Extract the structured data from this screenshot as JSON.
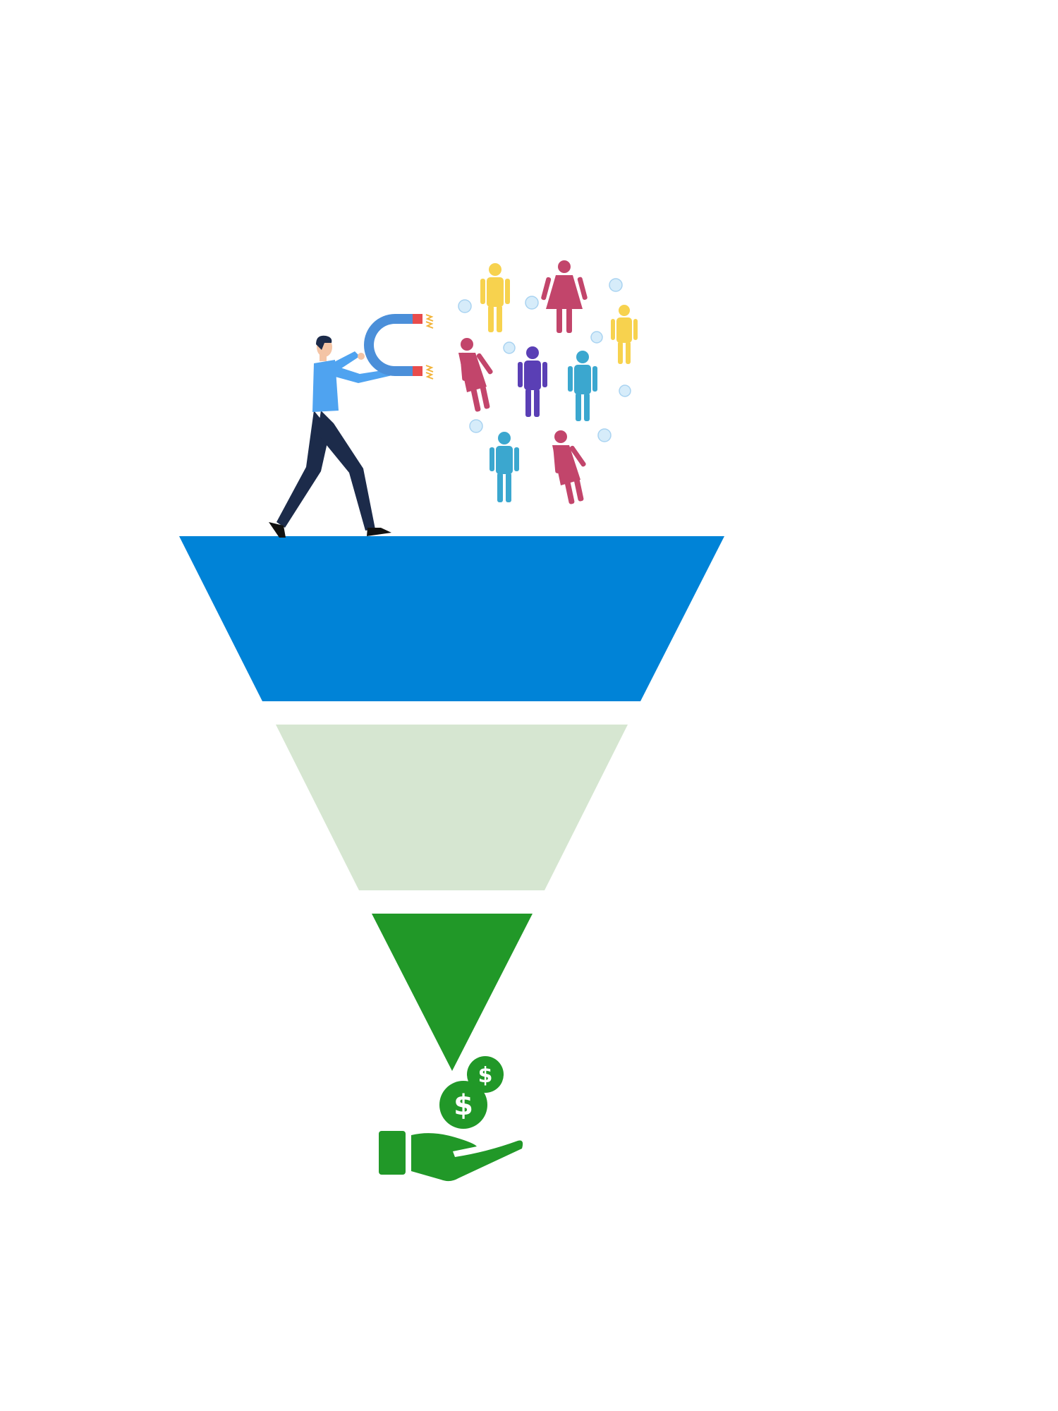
{
  "funnel": {
    "stages": [
      {
        "name": "top-stage",
        "color": "#0083D7"
      },
      {
        "name": "middle-stage",
        "color": "#D6E6D1"
      },
      {
        "name": "bottom-stage",
        "color": "#219828"
      }
    ]
  },
  "illustration": {
    "person_icon": "businessman-with-magnet-icon",
    "magnet_icon": "horseshoe-magnet-icon",
    "crowd_icon": "people-crowd-icon",
    "revenue_icon": "hand-holding-money-icon",
    "revenue_color": "#219828",
    "people_colors": [
      "#F7D24E",
      "#C2456B",
      "#5A3FB5",
      "#3BA7CF"
    ]
  }
}
